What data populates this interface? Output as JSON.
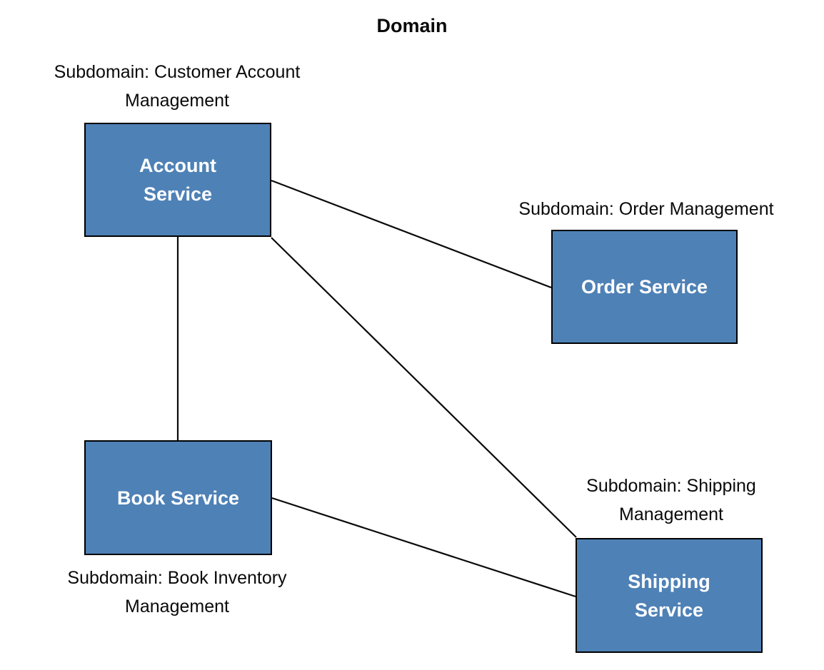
{
  "title": "Domain",
  "colors": {
    "node_fill": "#4e81b6",
    "node_border": "#000000",
    "node_text": "#ffffff",
    "label_text": "#0a0a0a",
    "edge": "#0a0a0a",
    "bg": "#ffffff"
  },
  "nodes": [
    {
      "id": "account-service",
      "label": "Account\nService",
      "subdomain": "Subdomain: Customer Account\nManagement"
    },
    {
      "id": "order-service",
      "label": "Order Service",
      "subdomain": "Subdomain: Order Management"
    },
    {
      "id": "book-service",
      "label": "Book Service",
      "subdomain": "Subdomain: Book Inventory\nManagement"
    },
    {
      "id": "shipping-service",
      "label": "Shipping\nService",
      "subdomain": "Subdomain: Shipping\nManagement"
    }
  ],
  "edges": [
    {
      "from": "account-service",
      "to": "order-service"
    },
    {
      "from": "account-service",
      "to": "book-service"
    },
    {
      "from": "account-service",
      "to": "shipping-service"
    },
    {
      "from": "book-service",
      "to": "shipping-service"
    }
  ]
}
